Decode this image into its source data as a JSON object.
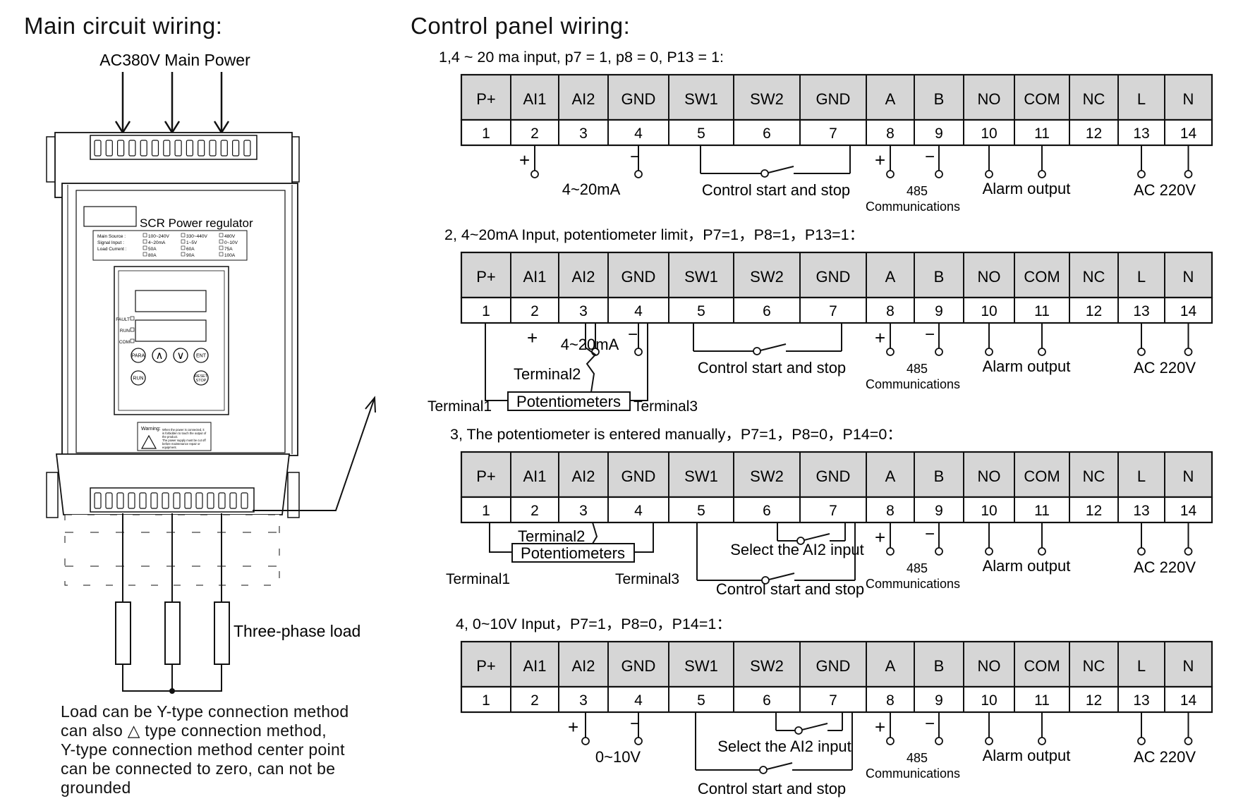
{
  "main_title": "Main circuit wiring:",
  "control_title": "Control panel wiring:",
  "power_label": "AC380V Main Power",
  "device": {
    "name": "SCR Power regulator",
    "spec_rows": [
      {
        "label": "Main Source :",
        "opts": [
          "100~240V",
          "330~440V",
          "480V"
        ]
      },
      {
        "label": "Signal Input :",
        "opts": [
          "4~20mA",
          "1~5V",
          "0~10V"
        ]
      },
      {
        "label": "Load Current :",
        "opts": [
          "50A",
          "60A",
          "75A"
        ]
      },
      {
        "label": "",
        "opts": [
          "80A",
          "90A",
          "100A"
        ]
      }
    ],
    "indicators": [
      "FAULT",
      "RUN",
      "COM"
    ],
    "buttons": [
      "PARA",
      "∧",
      "∨",
      "ENT",
      "RUN",
      "RESET STOP"
    ],
    "warning_title": "Warning:",
    "warning_lines": [
      "When the power is connected, it",
      "is forbidden to touch the output of",
      "the product.",
      "The power supply must be cut off",
      "before maintenance repair or",
      "equipment."
    ]
  },
  "load_label": "Three-phase load",
  "notes": [
    "Load can be Y-type connection method",
    "can also △ type connection method,",
    "Y-type connection method center point",
    "can be connected to zero, can not be",
    "grounded"
  ],
  "terminals": {
    "labels": [
      "P+",
      "AI1",
      "AI2",
      "GND",
      "SW1",
      "SW2",
      "GND",
      "A",
      "B",
      "NO",
      "COM",
      "NC",
      "L",
      "N"
    ],
    "numbers": [
      "1",
      "2",
      "3",
      "4",
      "5",
      "6",
      "7",
      "8",
      "9",
      "10",
      "11",
      "12",
      "13",
      "14"
    ]
  },
  "panels": [
    {
      "heading": "1,4 ~ 20 ma input, p7 = 1, p8 = 0, P13 = 1:",
      "signal_label": "4~20mA",
      "start_stop": "Control start and stop",
      "comm_top": "485",
      "comm_bottom": "Communications",
      "alarm": "Alarm output",
      "ac": "AC  220V"
    },
    {
      "heading": "2, 4~20mA Input, potentiometer limit，P7=1，P8=1，P13=1：",
      "signal_label": "4~20mA",
      "start_stop": "Control start and stop",
      "comm_top": "485",
      "comm_bottom": "Communications",
      "alarm": "Alarm output",
      "ac": "AC  220V",
      "pot": "Potentiometers",
      "t1": "Terminal1",
      "t2": "Terminal2",
      "t3": "Terminal3"
    },
    {
      "heading": "3, The potentiometer is entered manually，P7=1，P8=0，P14=0：",
      "select": "Select the AI2 input",
      "start_stop": "Control start and stop",
      "comm_top": "485",
      "comm_bottom": "Communications",
      "alarm": "Alarm output",
      "ac": "AC  220V",
      "pot": "Potentiometers",
      "t1": "Terminal1",
      "t2": "Terminal2",
      "t3": "Terminal3"
    },
    {
      "heading": "4, 0~10V Input，P7=1，P8=0，P14=1：",
      "signal_label": "0~10V",
      "select": "Select the AI2 input",
      "start_stop": "Control start and stop",
      "comm_top": "485",
      "comm_bottom": "Communications",
      "alarm": "Alarm output",
      "ac": "AC  220V"
    }
  ],
  "colors": {
    "line": "#111111",
    "header_fill": "#d6d6d6",
    "device_fill": "#eeeeee"
  }
}
